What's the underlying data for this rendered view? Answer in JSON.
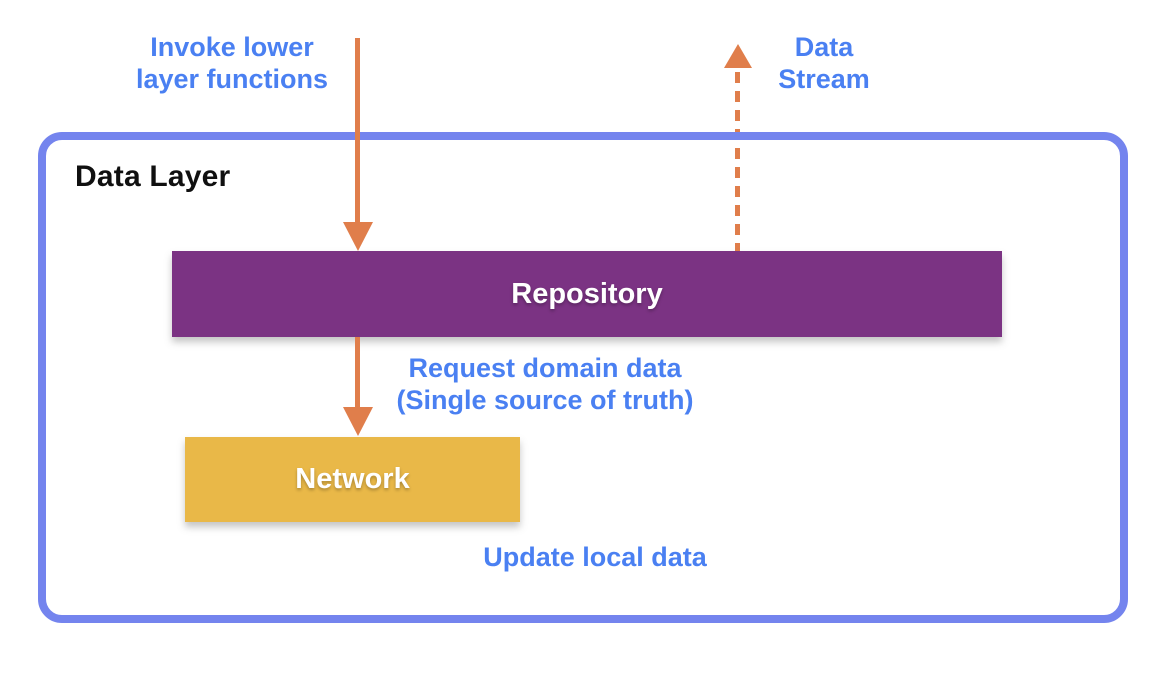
{
  "container": {
    "title": "Data Layer"
  },
  "nodes": {
    "repository": {
      "label": "Repository",
      "color": "#7b3383"
    },
    "network": {
      "label": "Network",
      "color": "#e9b848"
    }
  },
  "labels": {
    "invoke_line1": "Invoke lower",
    "invoke_line2": "layer functions",
    "data_stream_line1": "Data",
    "data_stream_line2": "Stream",
    "request_line1": "Request domain data",
    "request_line2": "(Single source of truth)",
    "update": "Update local data"
  },
  "arrows": {
    "invoke_arrow": "solid-down",
    "request_arrow": "solid-down",
    "data_stream_arrow": "dashed-up"
  },
  "colors": {
    "label_blue": "#4a80f2",
    "container_border_blue": "#7484ee",
    "arrow_orange": "#e07e4b",
    "repository_purple": "#7b3383",
    "network_yellow": "#e9b848",
    "title_black": "#101010",
    "background": "#ffffff"
  }
}
